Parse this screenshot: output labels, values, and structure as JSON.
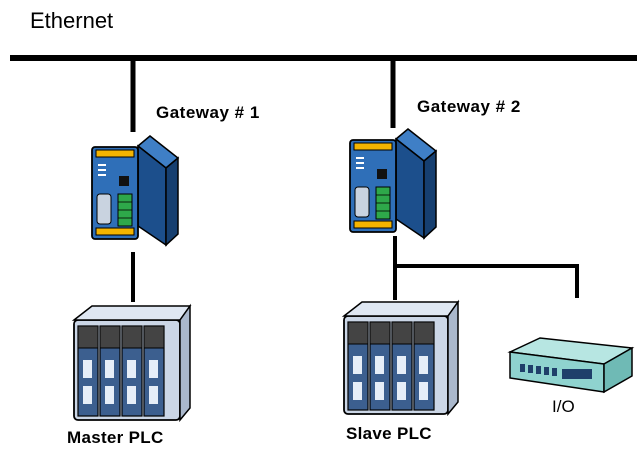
{
  "network": {
    "bus_label": "Ethernet"
  },
  "nodes": {
    "gateway1": {
      "label": "Gateway # 1"
    },
    "gateway2": {
      "label": "Gateway # 2"
    },
    "master_plc": {
      "label": "Master PLC"
    },
    "slave_plc": {
      "label": "Slave PLC"
    },
    "io": {
      "label": "I/O"
    }
  },
  "colors": {
    "line": "#000000",
    "gateway_body": "#2f6fb8",
    "gateway_side": "#1c4f8c",
    "gateway_stripe": "#f4b400",
    "plc_body": "#cbd6e6",
    "plc_module": "#3c5f8f",
    "io_body": "#8fd3cf"
  }
}
